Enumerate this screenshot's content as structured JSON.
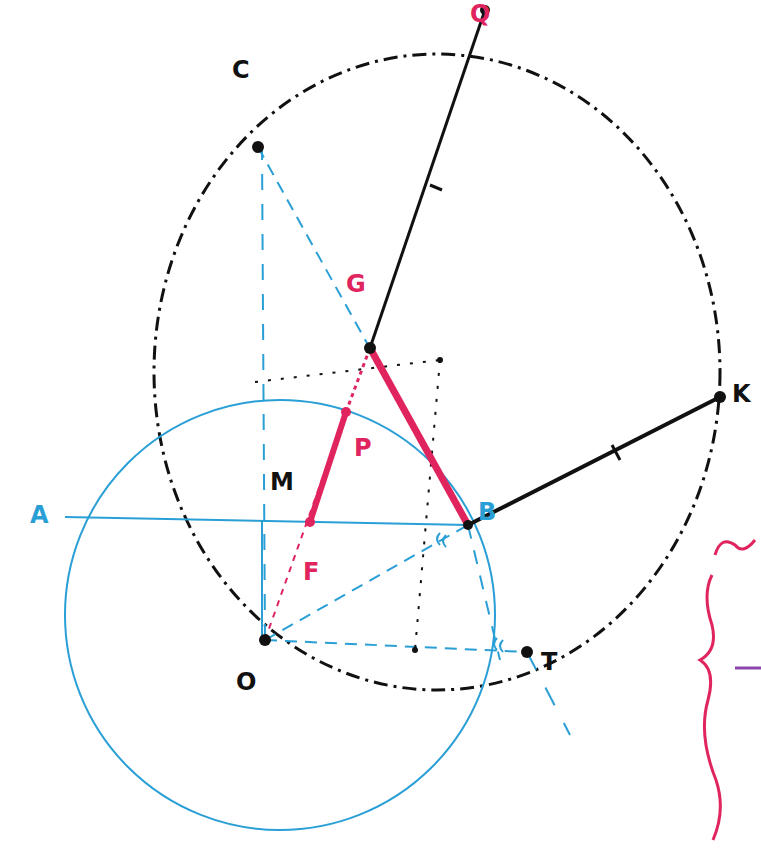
{
  "diagram": {
    "labels": [
      "Q",
      "C",
      "G",
      "K",
      "A",
      "M",
      "P",
      "B",
      "F",
      "O",
      "T"
    ]
  }
}
